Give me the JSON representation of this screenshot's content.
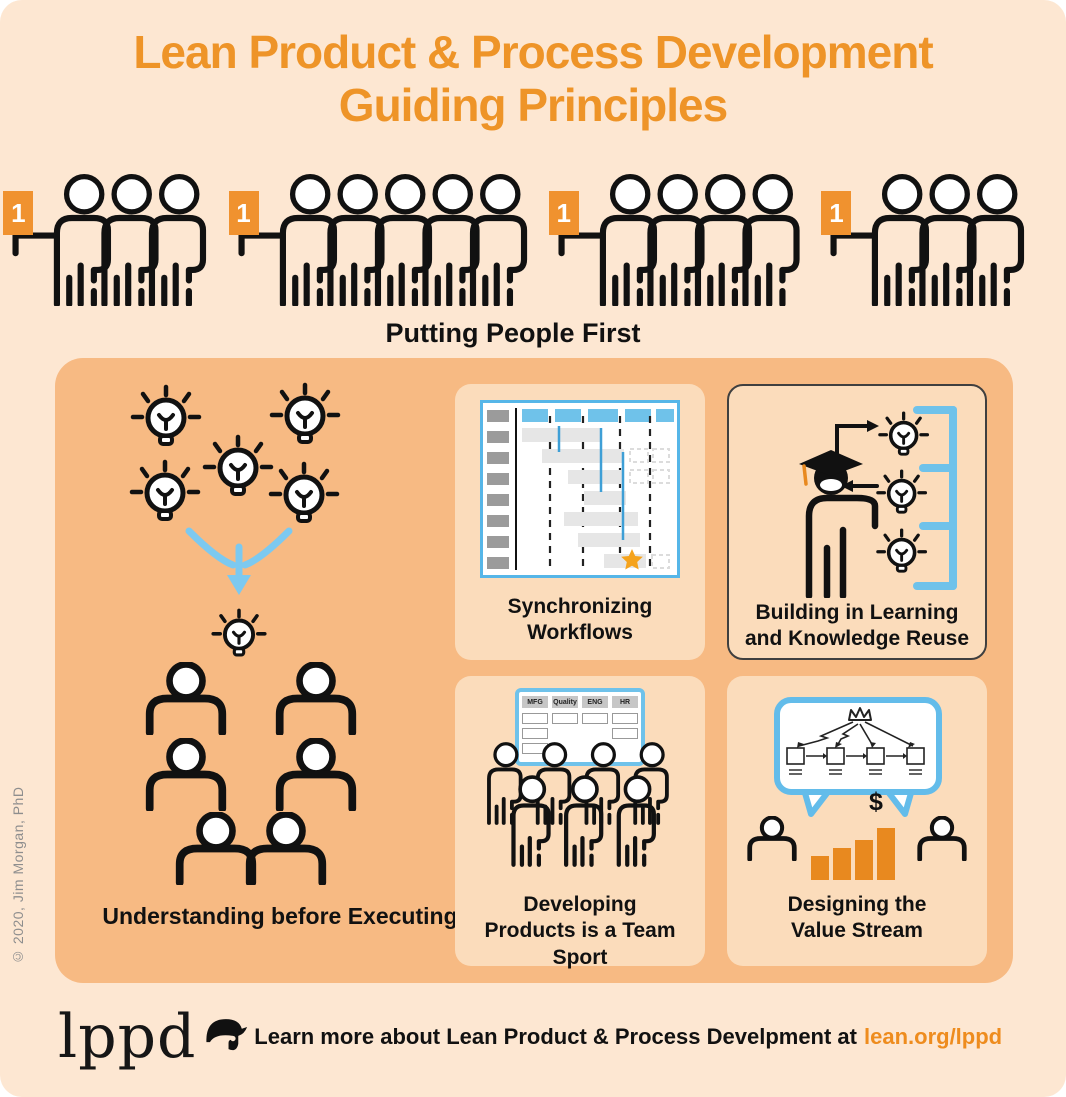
{
  "colors": {
    "page_bg": "#FDE7D2",
    "panel_bg": "#F7BA83",
    "card_bg": "#FBDCBB",
    "title_orange": "#EE9428",
    "badge_orange": "#F0922F",
    "accent_blue": "#6FC2EA",
    "bar_orange": "#E8891F",
    "star_orange": "#F5A31C"
  },
  "title": {
    "line1": "Lean Product & Process Development",
    "line2": "Guiding Principles"
  },
  "people_first": {
    "badge": "1",
    "label": "Putting People First",
    "group_sizes": [
      3,
      5,
      4,
      3
    ]
  },
  "cards": {
    "understanding": {
      "label": "Understanding before Executing"
    },
    "synchronizing": {
      "label": "Synchronizing Workflows"
    },
    "learning": {
      "label": "Building in Learning and Knowledge Reuse"
    },
    "team_sport": {
      "label": "Developing Products is a Team Sport",
      "board_columns": [
        "MFG",
        "Quality",
        "ENG",
        "HR"
      ]
    },
    "value_stream": {
      "label": "Designing the Value Stream",
      "dollar": "$"
    }
  },
  "footer": {
    "logo_text": "lppd",
    "message": "Learn more about Lean Product & Process Develpment at",
    "link": "lean.org/lppd"
  },
  "copyright": "© 2020, Jim Morgan, PhD"
}
